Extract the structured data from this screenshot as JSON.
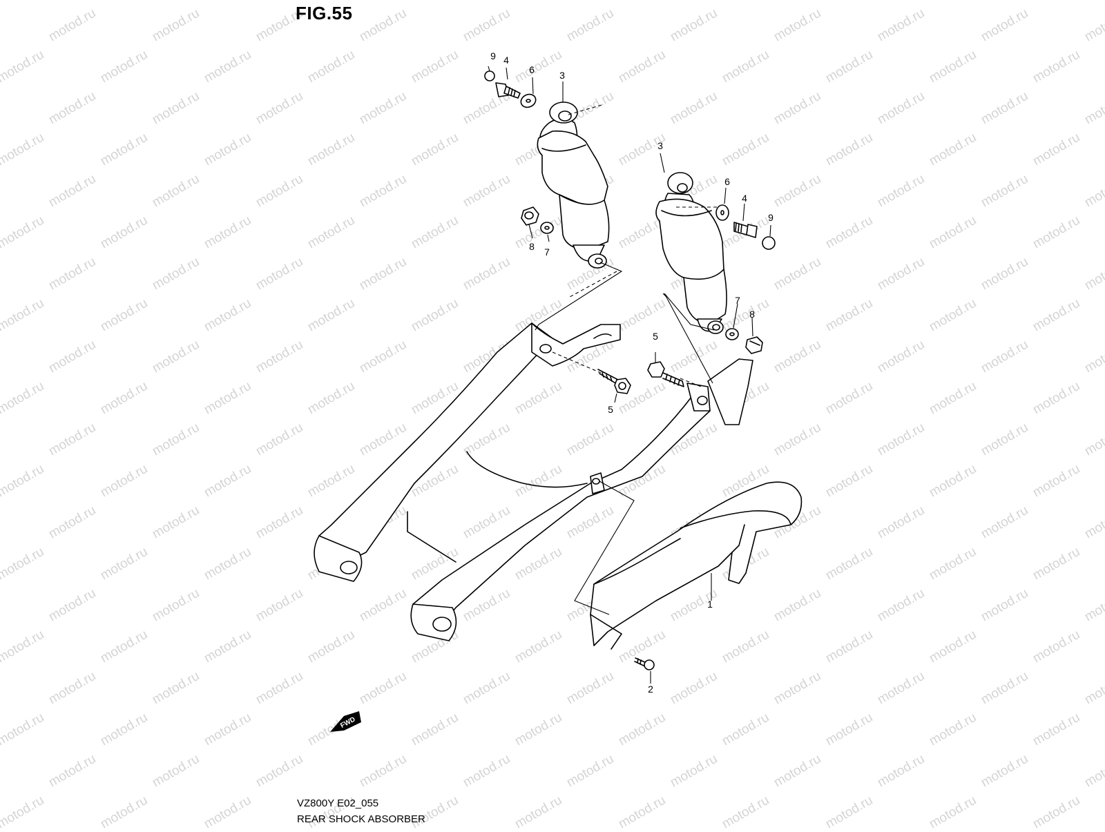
{
  "figure": {
    "title": "FIG.55",
    "code": "VZ800Y E02_055",
    "name": "REAR SHOCK ABSORBER"
  },
  "watermark": {
    "text": "motod.ru",
    "color": "#d4d4d4"
  },
  "direction_badge": {
    "label": "FWD"
  },
  "callouts": [
    {
      "id": "c-9-a",
      "label": "9"
    },
    {
      "id": "c-4-a",
      "label": "4"
    },
    {
      "id": "c-6-a",
      "label": "6"
    },
    {
      "id": "c-3-a",
      "label": "3"
    },
    {
      "id": "c-8-a",
      "label": "8"
    },
    {
      "id": "c-7-a",
      "label": "7"
    },
    {
      "id": "c-3-b",
      "label": "3"
    },
    {
      "id": "c-6-b",
      "label": "6"
    },
    {
      "id": "c-4-b",
      "label": "4"
    },
    {
      "id": "c-9-b",
      "label": "9"
    },
    {
      "id": "c-7-b",
      "label": "7"
    },
    {
      "id": "c-8-b",
      "label": "8"
    },
    {
      "id": "c-5-a",
      "label": "5"
    },
    {
      "id": "c-5-b",
      "label": "5"
    },
    {
      "id": "c-1",
      "label": "1"
    },
    {
      "id": "c-2",
      "label": "2"
    }
  ]
}
